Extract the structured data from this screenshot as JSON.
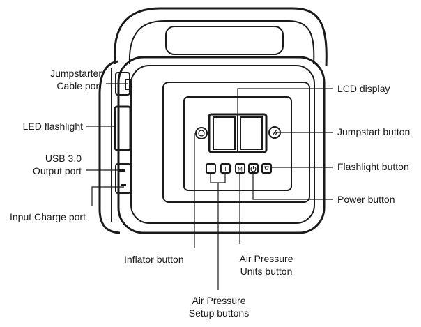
{
  "labels": {
    "jumpstarter_cable_port": [
      "Jumpstarter",
      "Cable port"
    ],
    "led_flashlight": "LED flashlight",
    "usb_output_port": [
      "USB 3.0",
      "Output port"
    ],
    "input_charge_port": "Input Charge port",
    "lcd_display": "LCD display",
    "jumpstart_button": "Jumpstart button",
    "flashlight_button": "Flashlight button",
    "power_button": "Power button",
    "inflator_button": "Inflator button",
    "air_pressure_units_button": [
      "Air Pressure",
      "Units button"
    ],
    "air_pressure_setup_buttons": [
      "Air Pressure",
      "Setup buttons"
    ]
  },
  "button_glyphs": {
    "minus": "−",
    "plus": "+",
    "units": "M"
  }
}
